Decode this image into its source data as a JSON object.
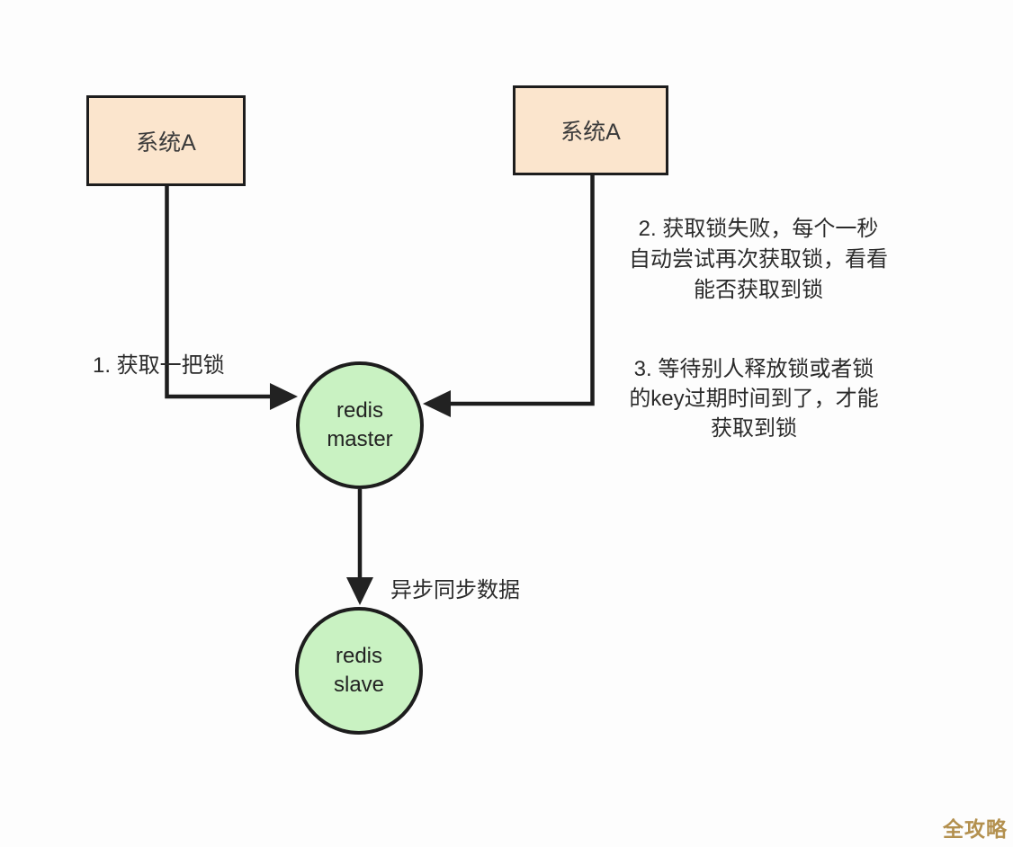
{
  "nodes": {
    "system_a_left": {
      "label": "系统A"
    },
    "system_a_right": {
      "label": "系统A"
    },
    "redis_master": {
      "line1": "redis",
      "line2": "master"
    },
    "redis_slave": {
      "line1": "redis",
      "line2": "slave"
    }
  },
  "annotations": {
    "step1": "1. 获取一把锁",
    "step2": {
      "lines": [
        "2. 获取锁失败，每个一秒",
        "自动尝试再次获取锁，看看",
        "能否获取到锁"
      ]
    },
    "step3": {
      "lines": [
        "3. 等待别人释放锁或者锁",
        "的key过期时间到了，才能",
        "获取到锁"
      ]
    },
    "sync": "异步同步数据"
  },
  "watermark": "全攻略",
  "colors": {
    "box_fill": "#fbe5cd",
    "circle_fill": "#c9f2c2",
    "line": "#1d1d1d",
    "text": "#2b2b2b",
    "watermark": "#b3904e"
  }
}
